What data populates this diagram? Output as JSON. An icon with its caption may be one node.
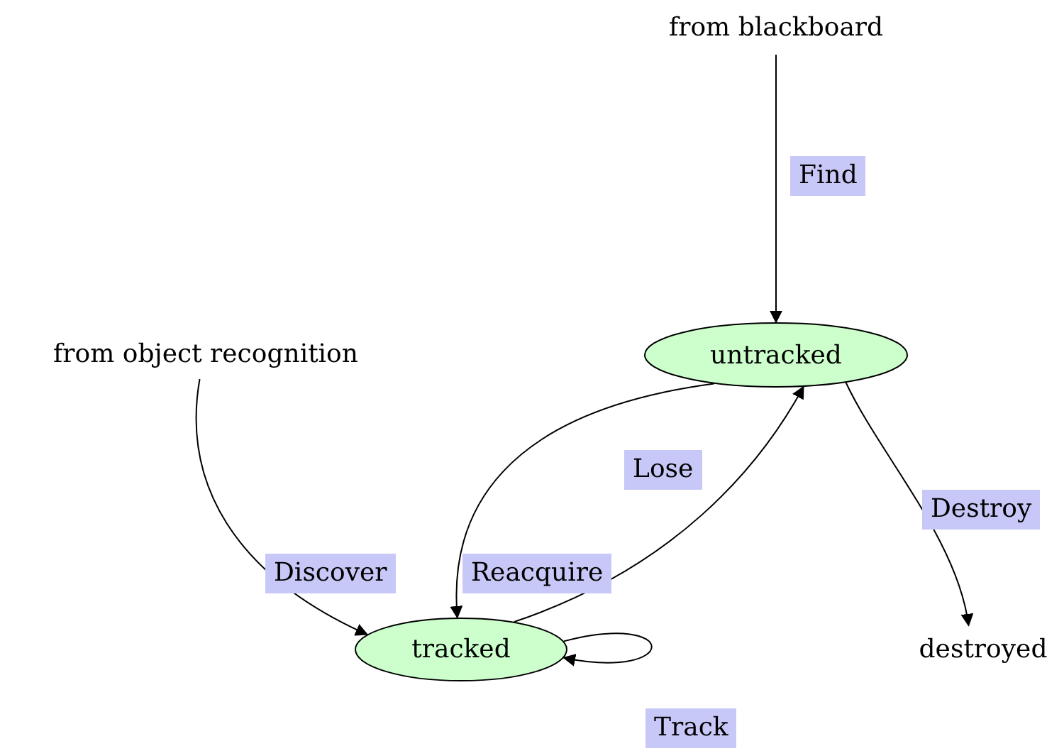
{
  "diagram": {
    "nodes": [
      {
        "text": [
          "from blackboard"
        ]
      },
      {
        "text": [
          "untracked"
        ]
      },
      {
        "text": [
          "from object recognition"
        ]
      },
      {
        "text": [
          "tracked"
        ]
      },
      {
        "text": [
          "destroyed"
        ]
      }
    ],
    "edges": [
      {
        "from": 0,
        "to": 1,
        "arrow": "to",
        "label": "Find"
      },
      {
        "from": 2,
        "to": 3,
        "arrow": "to",
        "label": "Discover"
      },
      {
        "from": 1,
        "to": 3,
        "arrow": "to",
        "label": "Reacquire"
      },
      {
        "from": 3,
        "to": 1,
        "arrow": "to",
        "label": "Lose"
      },
      {
        "from": 1,
        "to": 4,
        "arrow": "to",
        "label": "Destroy"
      },
      {
        "from": 3,
        "to": 3,
        "arrow": "to",
        "label": "Track"
      }
    ]
  }
}
